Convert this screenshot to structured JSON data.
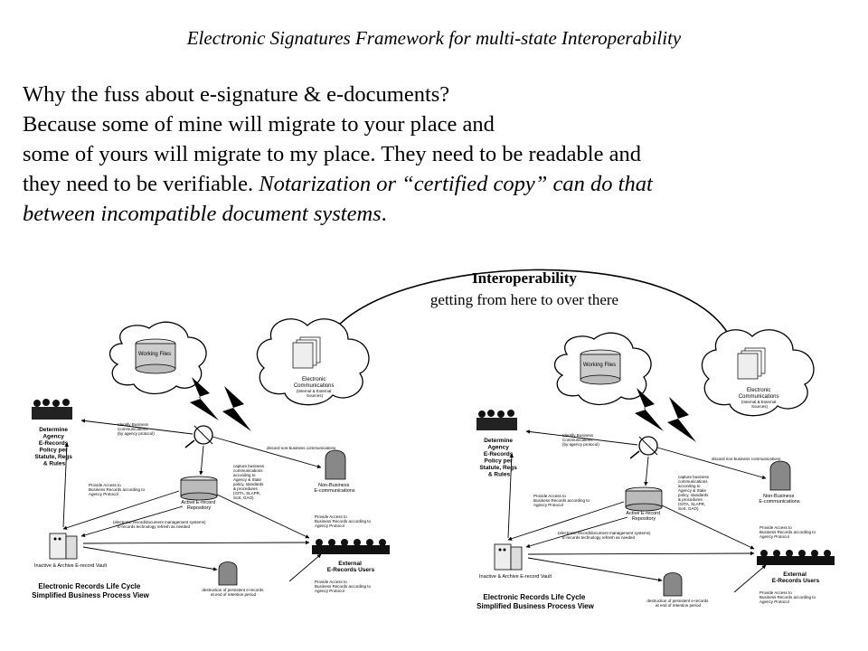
{
  "title": "Electronic Signatures Framework for multi-state Interoperability",
  "paragraph": {
    "line1": "Why the fuss about e-signature & e-documents?",
    "line2": "Because some of mine will migrate to your place and",
    "line3": "some of yours will migrate to my place. They need to be readable and",
    "line4_plain": "they need to be verifiable. ",
    "line4_italic": "Notarization or “certified copy” can do that",
    "line5_italic": "between incompatible document systems",
    "line5_end": "."
  },
  "interop": {
    "heading": "Interoperability",
    "subheading": "getting from here to over there"
  },
  "diagram": {
    "working_files": "Working Files",
    "electronic_comm": [
      "Electronic",
      "Communications",
      "(Internal & External",
      "Sources)"
    ],
    "determine": [
      "Determine",
      "Agency",
      "E-Records",
      "Policy per",
      "Statute, Regs",
      "& Rules"
    ],
    "identify": [
      "Identify Business",
      "Communications",
      "(by agency protocol)"
    ],
    "discard": "discard non-business communications",
    "non_business": [
      "Non-Business",
      "E-communications"
    ],
    "capture": [
      "capture business",
      "communications",
      "according to",
      "Agency & State",
      "policy, standards",
      "& procedures",
      "(GITA, SLAPR,",
      "SoS, GAO)"
    ],
    "repository": [
      "Active E-record",
      "Repository"
    ],
    "provide_access": [
      "Provide Access to",
      "Business Records according to",
      "Agency Protocol"
    ],
    "refresh": [
      "(electronic record/document management systems)",
      "E-records technology refresh as needed"
    ],
    "vault": "Inactive & Archive E-record Vault",
    "external": [
      "External",
      "E-Records Users"
    ],
    "destruction": [
      "destruction of persistent e-records",
      "at end of retention period"
    ],
    "caption": [
      "Electronic Records Life Cycle",
      "Simplified Business Process View"
    ]
  }
}
